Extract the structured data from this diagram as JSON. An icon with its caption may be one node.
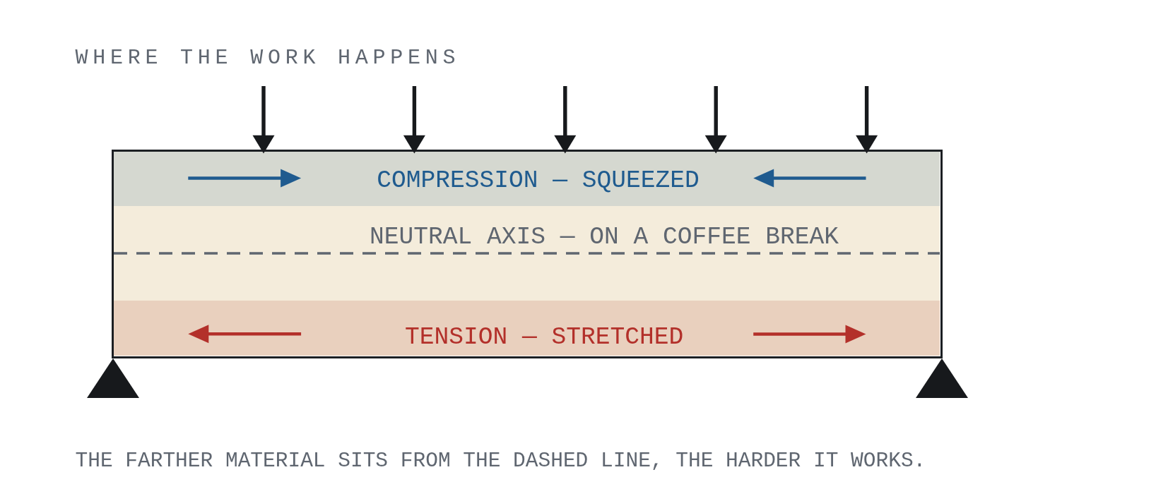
{
  "diagram": {
    "title": "WHERE THE WORK HAPPENS",
    "nodes": [
      {
        "text": [],
        "shape": "box"
      },
      {
        "text": [
          "COMPRESSION — SQUEEZED"
        ],
        "in": 0
      },
      {
        "text": [
          "NEUTRAL AXIS — ON A COFFEE BREAK"
        ],
        "in": 0
      },
      {
        "text": [
          "TENSION — STRETCHED"
        ],
        "in": 0
      }
    ],
    "caption": "THE FARTHER MATERIAL SITS FROM THE DASHED LINE, THE HARDER IT WORKS."
  }
}
